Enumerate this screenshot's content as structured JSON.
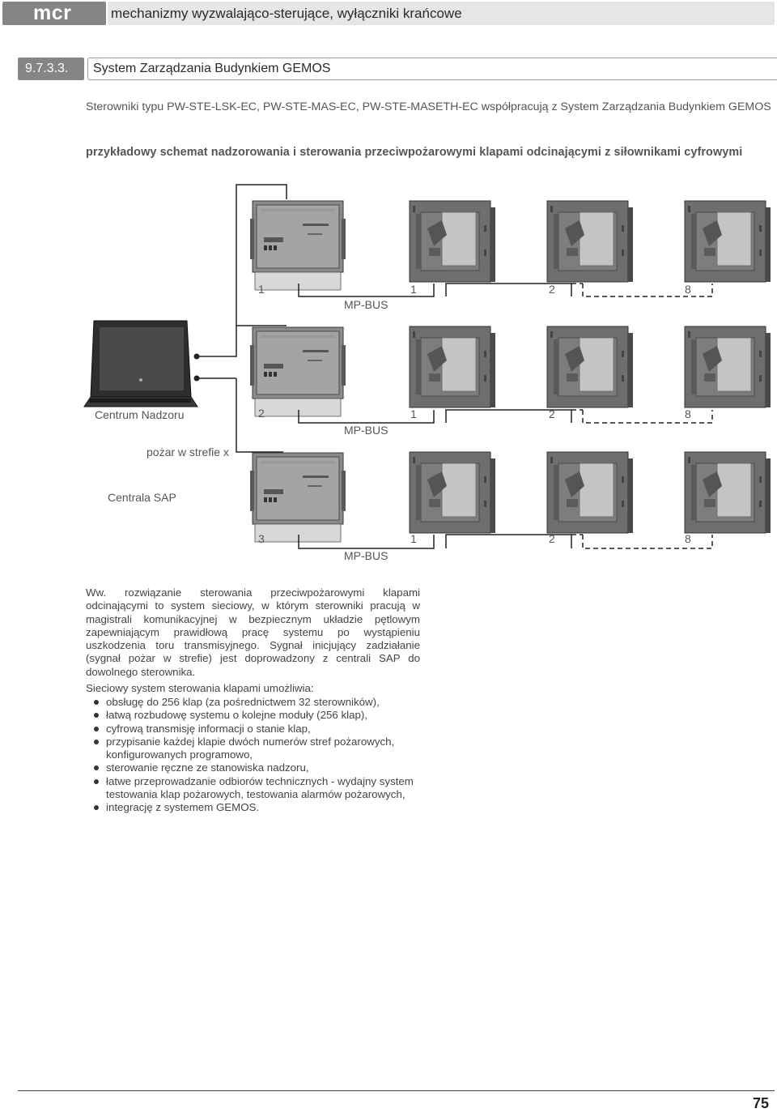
{
  "header": {
    "logo": "mcr",
    "title": "mechanizmy wyzwalająco-sterujące, wyłączniki krańcowe"
  },
  "section": {
    "number": "9.7.3.3.",
    "title": "System Zarządzania Budynkiem GEMOS"
  },
  "intro": "Sterowniki typu PW-STE-LSK-EC, PW-STE-MAS-EC, PW-STE-MASETH-EC współpracują z System Zarządzania Budynkiem GEMOS",
  "subtitle": "przykładowy schemat nadzorowania i sterowania przeciwpożarowymi klapami odcinającymi z siłownikami cyfrowymi",
  "diagram": {
    "rows": [
      {
        "controller": "1",
        "bus": "MP-BUS",
        "dampers": [
          "1",
          "2",
          "8"
        ]
      },
      {
        "controller": "2",
        "bus": "MP-BUS",
        "dampers": [
          "1",
          "2",
          "8"
        ]
      },
      {
        "controller": "3",
        "bus": "MP-BUS",
        "dampers": [
          "1",
          "2",
          "8"
        ]
      }
    ],
    "labels": {
      "center": "Centrum Nadzoru",
      "fire": "pożar w strefie x",
      "sap": "Centrala SAP"
    }
  },
  "paragraph": "Ww. rozwiązanie sterowania przeciwpożarowymi klapami odcinającymi to system sieciowy, w którym sterowniki pracują w magistrali komunikacyjnej w bezpiecznym układzie pętlowym zapewniającym prawidłową pracę systemu po wystąpieniu uszkodzenia toru transmisyjnego. Sygnał inicjujący zadziałanie (sygnał pożar w strefie) jest doprowadzony z centrali SAP do dowolnego sterownika.",
  "list": {
    "intro": "Sieciowy system sterowania klapami umożliwia:",
    "items": [
      "obsługę do 256 klap (za pośrednictwem 32 sterowników),",
      "łatwą rozbudowę systemu o kolejne moduły (256 klap),",
      "cyfrową transmisję informacji o stanie klap,",
      "przypisanie każdej klapie dwóch numerów stref pożarowych, konfigurowanych programowo,",
      "sterowanie ręczne ze stanowiska nadzoru,",
      "łatwe przeprowadzanie odbiorów technicznych - wydajny system testowania klap pożarowych, testowania alarmów pożarowych,",
      "integrację z systemem GEMOS."
    ]
  },
  "page_number": "75"
}
